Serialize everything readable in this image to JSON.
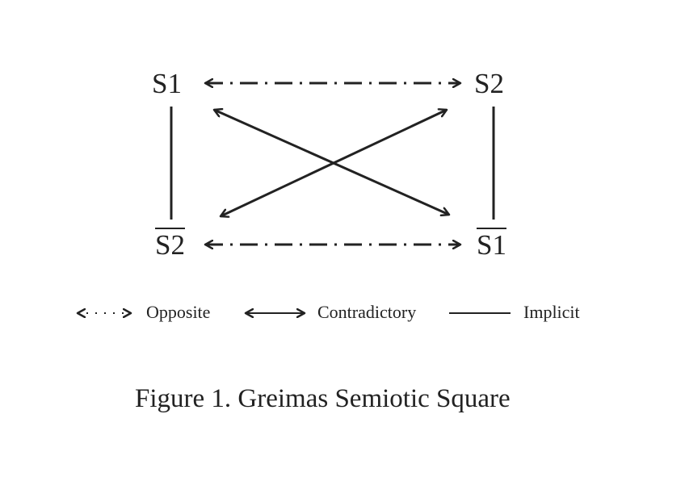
{
  "nodes": {
    "s1": "S1",
    "s2": "S2",
    "not_s2": "S2",
    "not_s1": "S1"
  },
  "legend": {
    "opposite": "Opposite",
    "contradictory": "Contradictory",
    "implicit": "Implicit"
  },
  "caption": "Figure 1. Greimas Semiotic Square",
  "colors": {
    "ink": "#222222",
    "background": "#ffffff"
  }
}
